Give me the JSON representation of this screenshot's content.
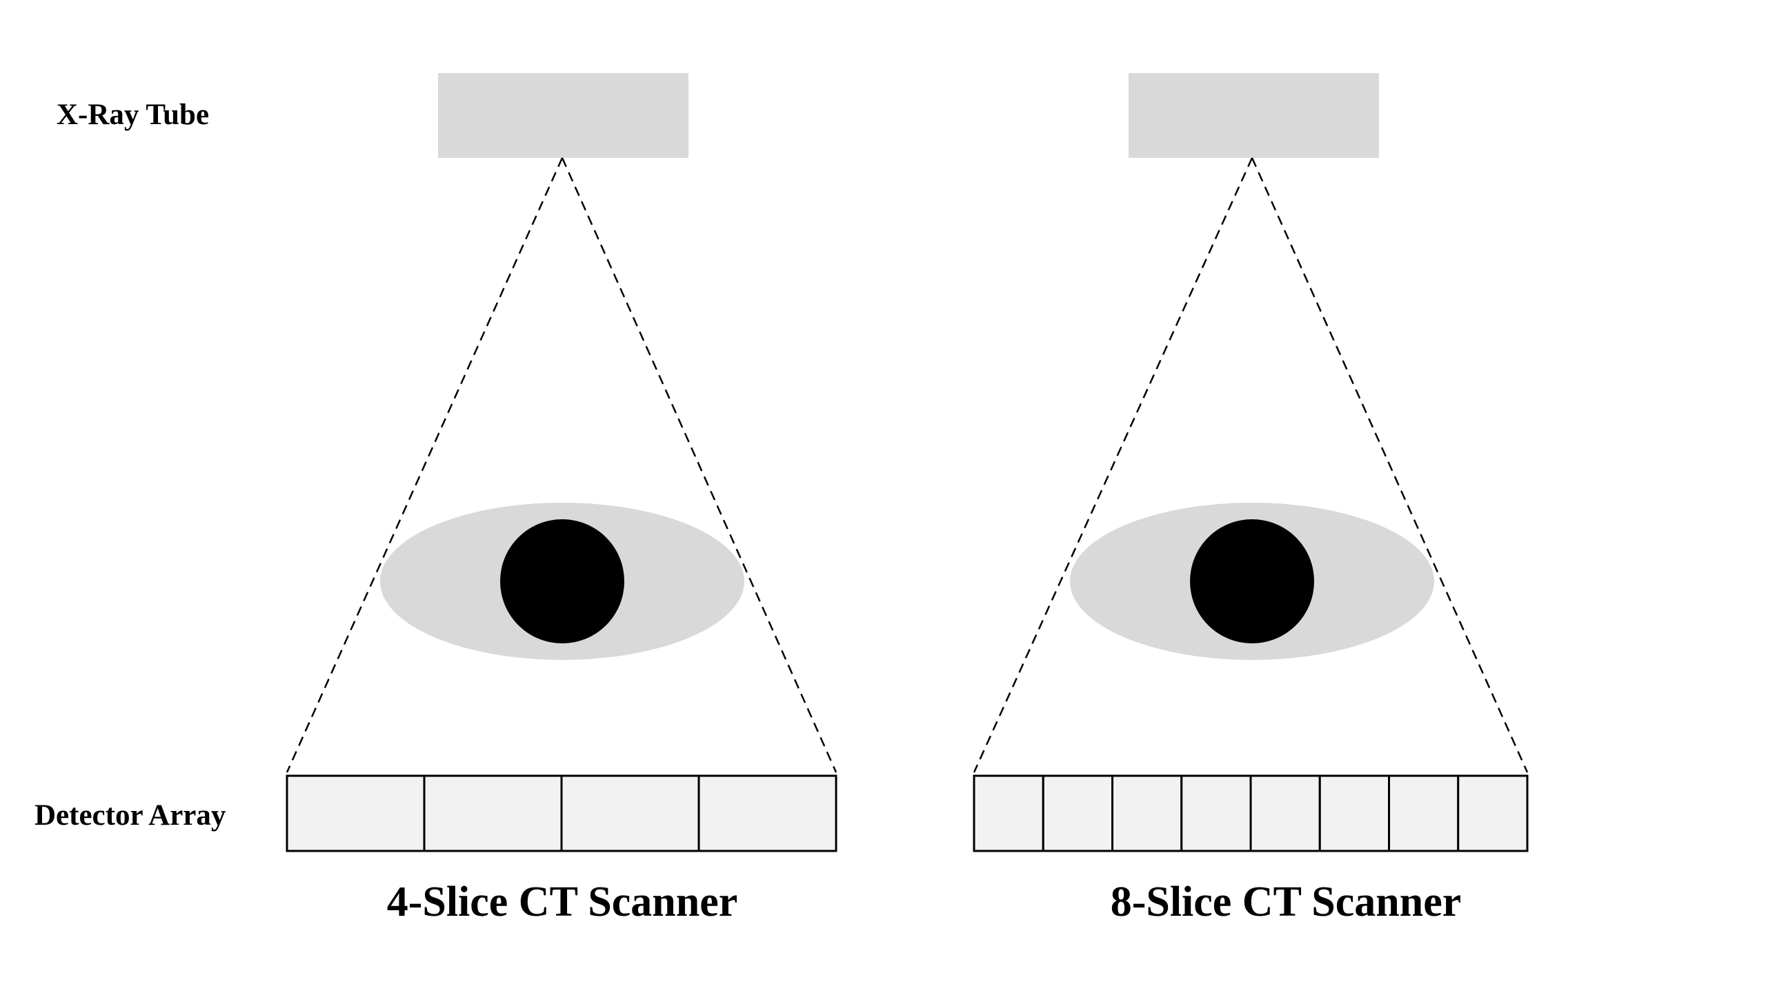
{
  "labels": {
    "tube": "X-Ray Tube",
    "detector": "Detector Array"
  },
  "scanners": [
    {
      "title": "4-Slice CT Scanner",
      "slices": 4
    },
    {
      "title": "8-Slice CT Scanner",
      "slices": 8
    }
  ],
  "colors": {
    "tube": "#d9d9d9",
    "body": "#d9d9d9",
    "target": "#000000",
    "detector_cell": "#f2f2f2",
    "outline": "#000000"
  }
}
